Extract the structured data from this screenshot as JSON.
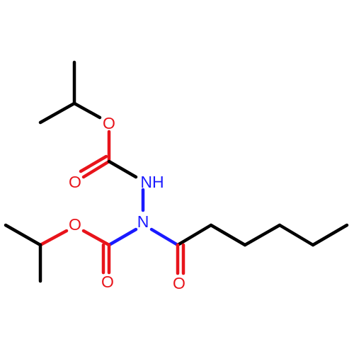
{
  "colors": {
    "carbon_bond": "#000000",
    "oxygen": "#e8141b",
    "nitrogen": "#1a1aff",
    "background": "#ffffff"
  },
  "atoms": {
    "o_ester_top": "O",
    "o_carbonyl_top": "O",
    "nh": "NH",
    "n": "N",
    "o_ester_bottom": "O",
    "o_carbonyl_bottom": "O",
    "o_acyl": "O"
  }
}
